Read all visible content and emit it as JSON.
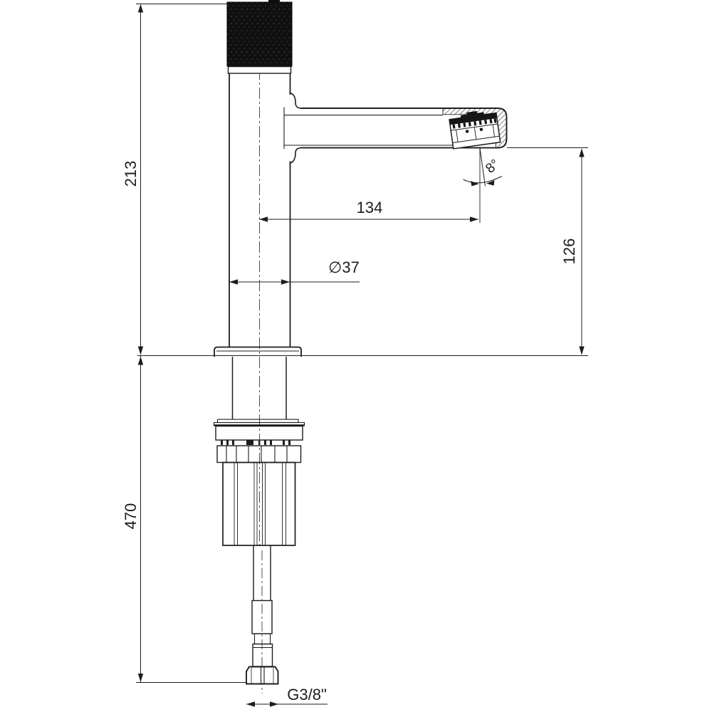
{
  "drawing": {
    "subject": "basin mixer tap - dimensional side elevation with below-deck mounting parts",
    "background_color": "#ffffff",
    "line_color": "#1d1d1b",
    "dimensions": {
      "height_above_deck": "213",
      "spout_reach": "134",
      "body_diameter": "∅37",
      "outlet_height": "126",
      "outlet_angle": "8°",
      "below_deck_length": "470",
      "connection_thread": "G3/8\""
    }
  }
}
